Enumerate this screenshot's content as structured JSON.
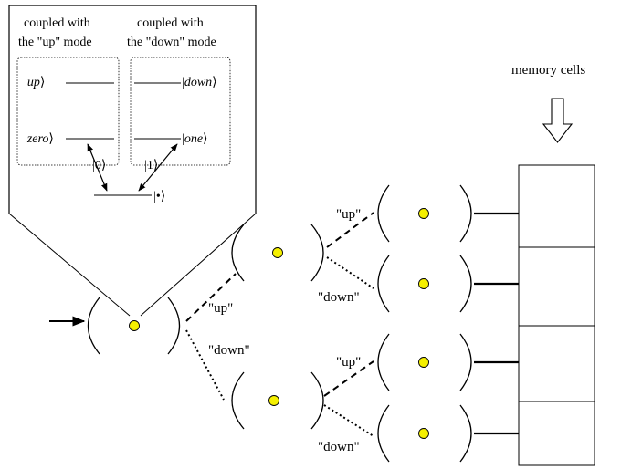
{
  "inset": {
    "left_header_line1": "coupled with",
    "left_header_line2": "the \"up\" mode",
    "right_header_line1": "coupled with",
    "right_header_line2": "the \"down\" mode",
    "state_up": "up",
    "state_zero": "zero",
    "state_down": "down",
    "state_one": "one",
    "transition_0": "0",
    "transition_1": "1",
    "ground_state": "•"
  },
  "labels": {
    "up": "\"up\"",
    "down": "\"down\"",
    "memory_cells": "memory cells"
  },
  "colors": {
    "atom": "#f5f000",
    "stroke": "#000000"
  },
  "icons": {
    "input_arrow": "right-arrow-icon",
    "memory_arrow": "down-hollow-arrow-icon"
  }
}
